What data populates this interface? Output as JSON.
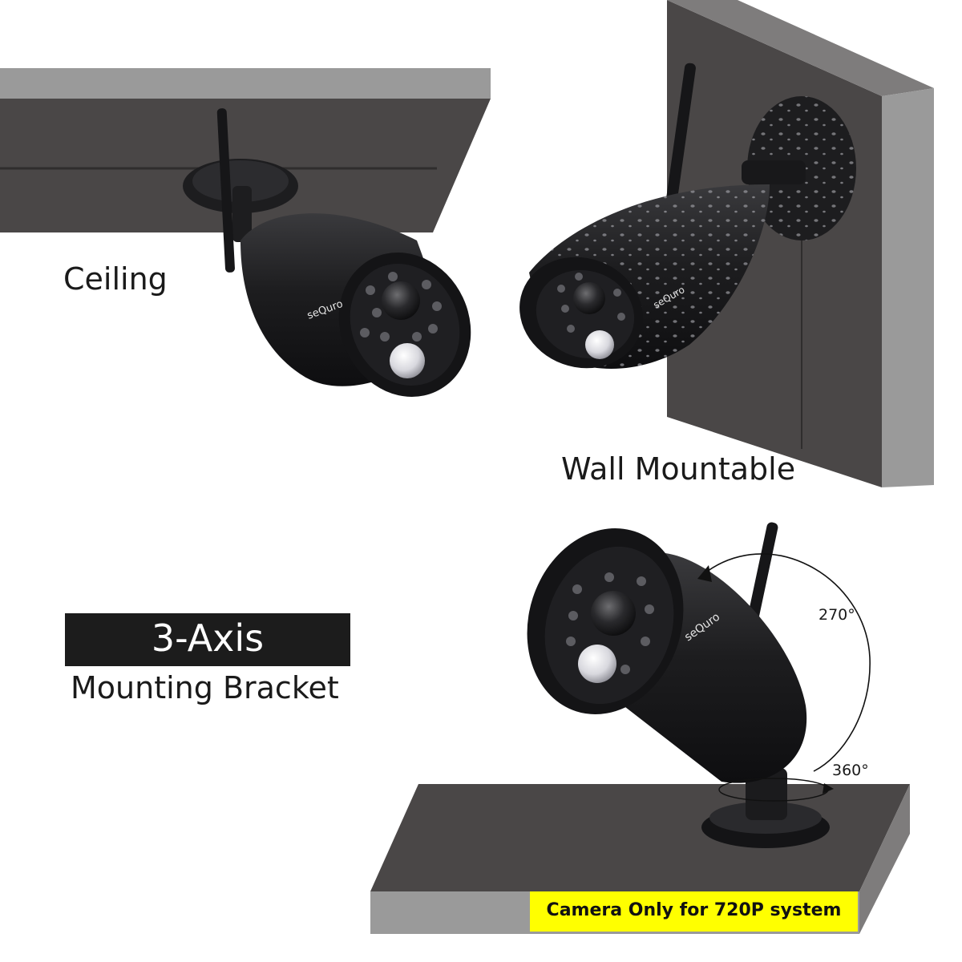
{
  "labels": {
    "ceiling": "Ceiling",
    "wall": "Wall Mountable",
    "axis_title": "3-Axis",
    "axis_subtitle": "Mounting Bracket",
    "rotation_270": "270°",
    "rotation_360": "360°",
    "note": "Camera Only for 720P system"
  },
  "camera_brand": "seQuro",
  "colors": {
    "surface_dark": "#4a4747",
    "surface_edge": "#9a9a9a",
    "camera_body": "#1d1d1f",
    "banner": "#1c1c1c",
    "note_highlight": "#ffff00"
  }
}
